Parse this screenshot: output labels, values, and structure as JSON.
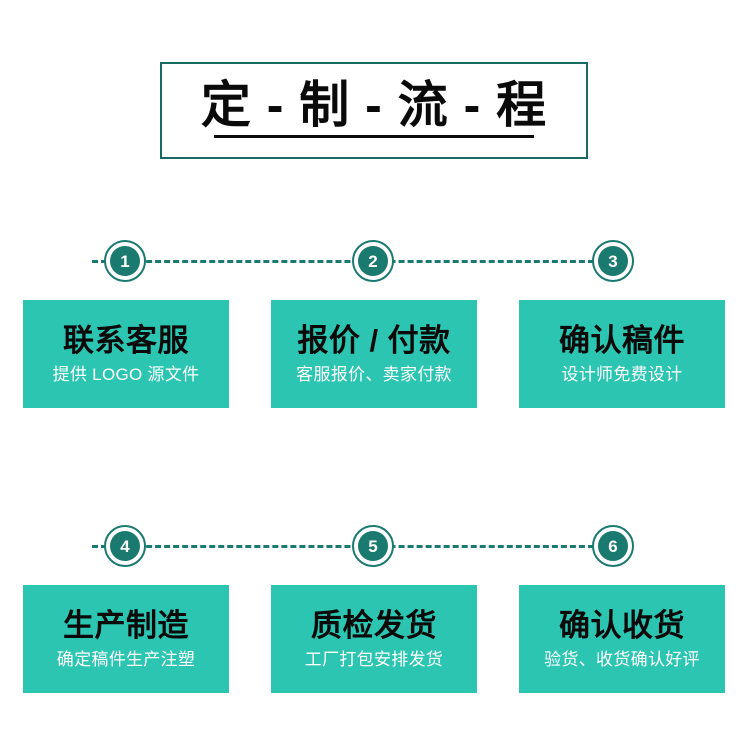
{
  "header": {
    "title": "定 - 制 - 流 - 程",
    "border_color": "#186A63",
    "underline_color": "#0a0a0a"
  },
  "theme": {
    "card_bg": "#2CC5B2",
    "accent_dark": "#1A7A70",
    "card_title_color": "#0a0a0a",
    "card_sub_color": "#ffffff",
    "page_bg": "#ffffff"
  },
  "flow": {
    "rows": [
      {
        "steps": [
          {
            "number": "1",
            "title": "联系客服",
            "subtitle": "提供 LOGO 源文件"
          },
          {
            "number": "2",
            "title": "报价 / 付款",
            "subtitle": "客服报价、卖家付款"
          },
          {
            "number": "3",
            "title": "确认稿件",
            "subtitle": "设计师免费设计"
          }
        ]
      },
      {
        "steps": [
          {
            "number": "4",
            "title": "生产制造",
            "subtitle": "确定稿件生产注塑"
          },
          {
            "number": "5",
            "title": "质检发货",
            "subtitle": "工厂打包安排发货"
          },
          {
            "number": "6",
            "title": "确认收货",
            "subtitle": "验货、收货确认好评"
          }
        ]
      }
    ]
  }
}
